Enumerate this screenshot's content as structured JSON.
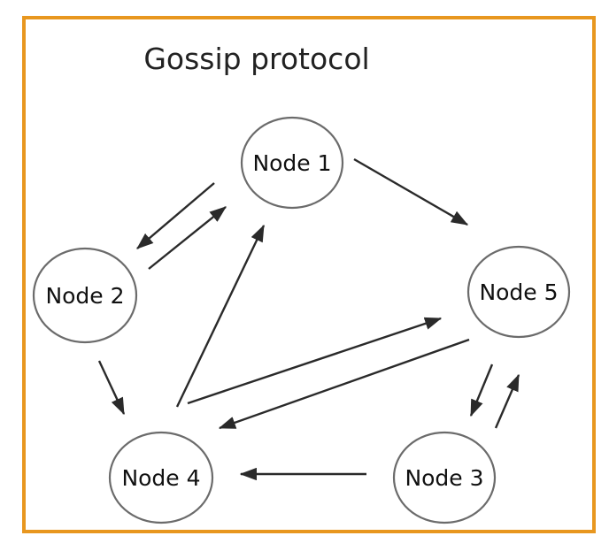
{
  "title": "Gossip protocol",
  "colors": {
    "frame": "#E8971F",
    "node_stroke": "#6B6B6B",
    "arrow": "#2A2A2A",
    "background": "#FFFFFF"
  },
  "nodes": [
    {
      "id": "node1",
      "label": "Node 1"
    },
    {
      "id": "node2",
      "label": "Node 2"
    },
    {
      "id": "node3",
      "label": "Node 3"
    },
    {
      "id": "node4",
      "label": "Node 4"
    },
    {
      "id": "node5",
      "label": "Node 5"
    }
  ],
  "edges": [
    {
      "from": "node1",
      "to": "node2"
    },
    {
      "from": "node2",
      "to": "node1"
    },
    {
      "from": "node1",
      "to": "node5"
    },
    {
      "from": "node2",
      "to": "node4"
    },
    {
      "from": "node4",
      "to": "node1"
    },
    {
      "from": "node4",
      "to": "node5"
    },
    {
      "from": "node5",
      "to": "node4"
    },
    {
      "from": "node5",
      "to": "node3"
    },
    {
      "from": "node3",
      "to": "node5"
    },
    {
      "from": "node3",
      "to": "node4"
    }
  ]
}
